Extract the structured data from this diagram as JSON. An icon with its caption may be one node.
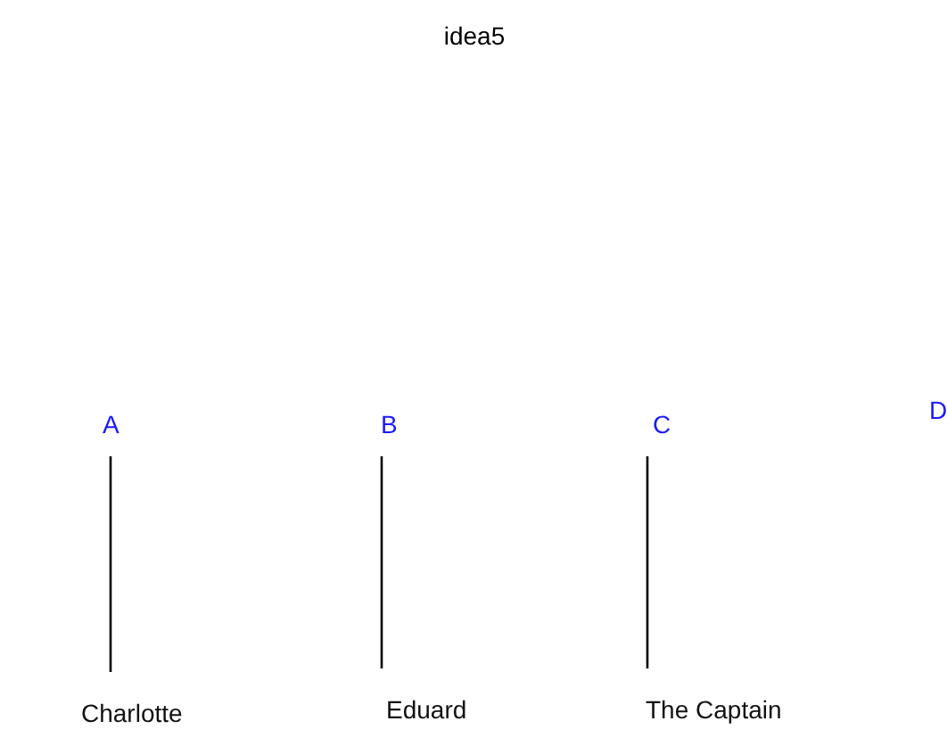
{
  "diagram": {
    "title": "idea5",
    "nodes": [
      {
        "text": [
          "A"
        ]
      },
      {
        "text": [
          "B"
        ]
      },
      {
        "text": [
          "C"
        ]
      },
      {
        "text": [
          "D"
        ]
      },
      {
        "text": [
          "Charlotte"
        ]
      },
      {
        "text": [
          "Eduard"
        ]
      },
      {
        "text": [
          "The Captain"
        ]
      }
    ],
    "edges": [
      {
        "from": 0,
        "to": 4,
        "arrow": "none"
      },
      {
        "from": 1,
        "to": 5,
        "arrow": "none"
      },
      {
        "from": 2,
        "to": 6,
        "arrow": "none"
      }
    ]
  }
}
